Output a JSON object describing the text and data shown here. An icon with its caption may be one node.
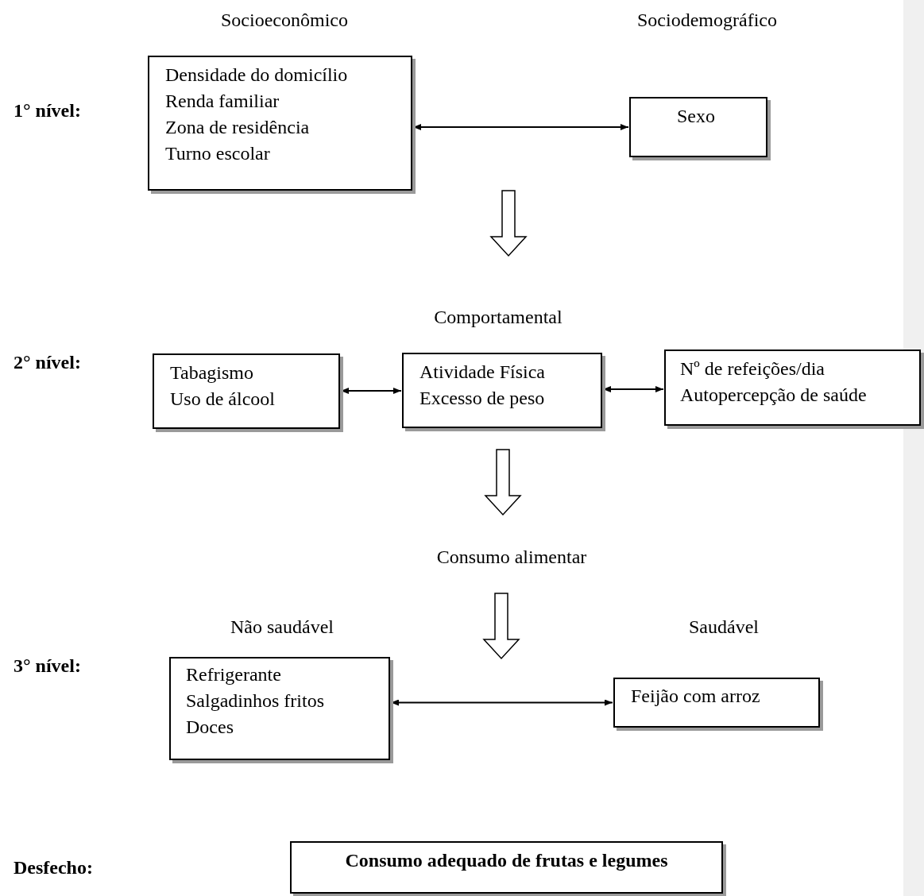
{
  "diagram": {
    "nodes": [
      {
        "text": [
          "Densidade do domicílio",
          "Renda familiar",
          "Zona de residência",
          "Turno escolar"
        ]
      },
      {
        "text": [
          "Sexo"
        ]
      },
      {
        "text": [
          "Tabagismo",
          "Uso de álcool"
        ]
      },
      {
        "text": [
          "Atividade Física",
          "Excesso de peso"
        ]
      },
      {
        "text": [
          "Nº de refeições/dia",
          "Autopercepção de saúde"
        ]
      },
      {
        "text": [
          "Refrigerante",
          "Salgadinhos fritos",
          "Doces"
        ]
      },
      {
        "text": [
          "Feijão com arroz"
        ]
      },
      {
        "text": [
          "Consumo adequado de frutas e legumes"
        ]
      }
    ],
    "edges": [
      {
        "from": 0,
        "to": 1,
        "arrow": "both"
      },
      {
        "from": 2,
        "to": 3,
        "arrow": "both"
      },
      {
        "from": 3,
        "to": 4,
        "arrow": "both"
      },
      {
        "from": 5,
        "to": 6,
        "arrow": "both"
      }
    ],
    "labels": [
      "Socioeconômico",
      "Sociodemográfico",
      "1° nível:",
      "Comportamental",
      "2° nível:",
      "Consumo alimentar",
      "Não saudável",
      "Saudável",
      "3° nível:",
      "Desfecho:"
    ]
  }
}
